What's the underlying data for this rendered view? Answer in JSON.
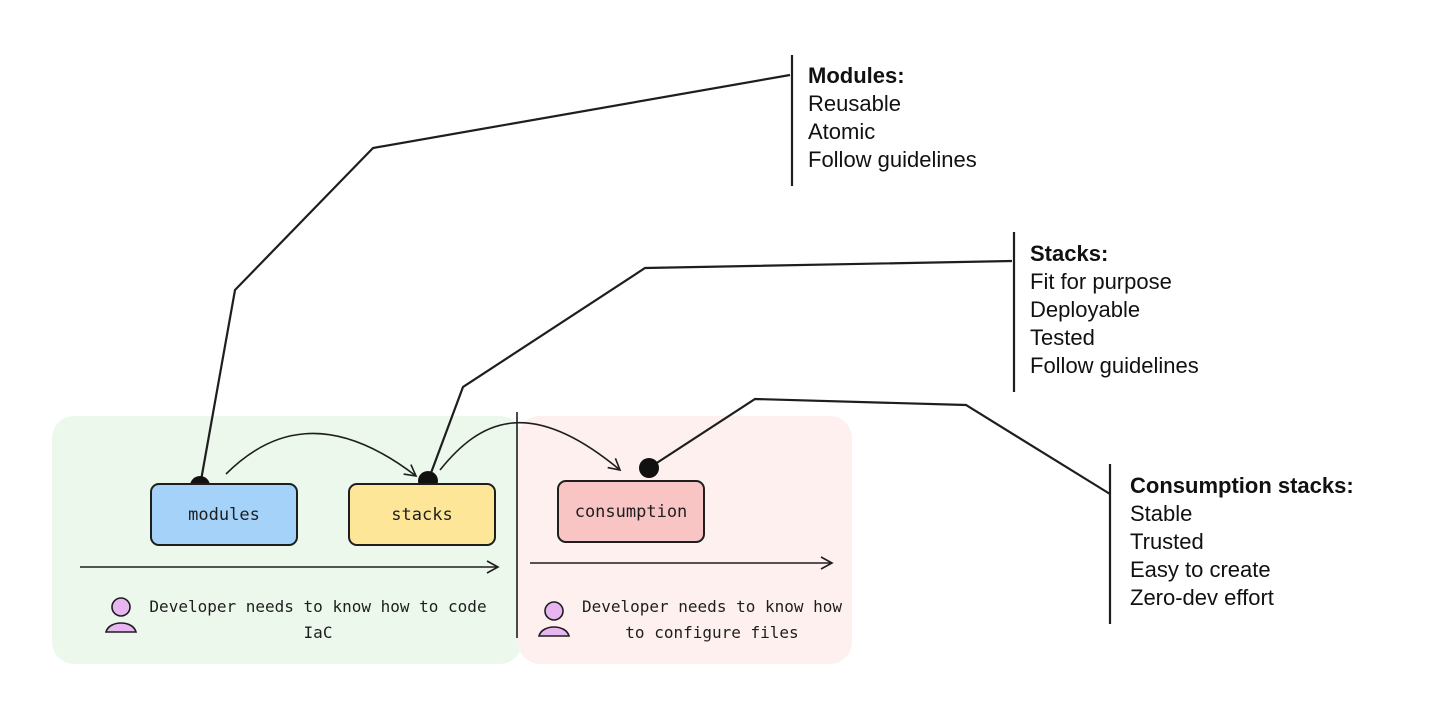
{
  "nodes": {
    "modules": "modules",
    "stacks": "stacks",
    "consumption": "consumption"
  },
  "notes": {
    "left": "Developer needs to know how to code IaC",
    "right": "Developer needs to know how to configure files"
  },
  "callouts": {
    "modules": {
      "title": "Modules:",
      "items": [
        "Reusable",
        "Atomic",
        "Follow guidelines"
      ]
    },
    "stacks": {
      "title": "Stacks:",
      "items": [
        "Fit for purpose",
        "Deployable",
        "Tested",
        "Follow guidelines"
      ]
    },
    "consumption": {
      "title": "Consumption stacks:",
      "items": [
        "Stable",
        "Trusted",
        "Easy to create",
        "Zero-dev effort"
      ]
    }
  },
  "colors": {
    "modules_fill": "#a5d2f9",
    "stacks_fill": "#fde698",
    "consumption_fill": "#f8c5c4",
    "green_zone": "#ecf8ec",
    "pink_zone": "#fdf0ee",
    "person_fill": "#e7b6f0"
  }
}
